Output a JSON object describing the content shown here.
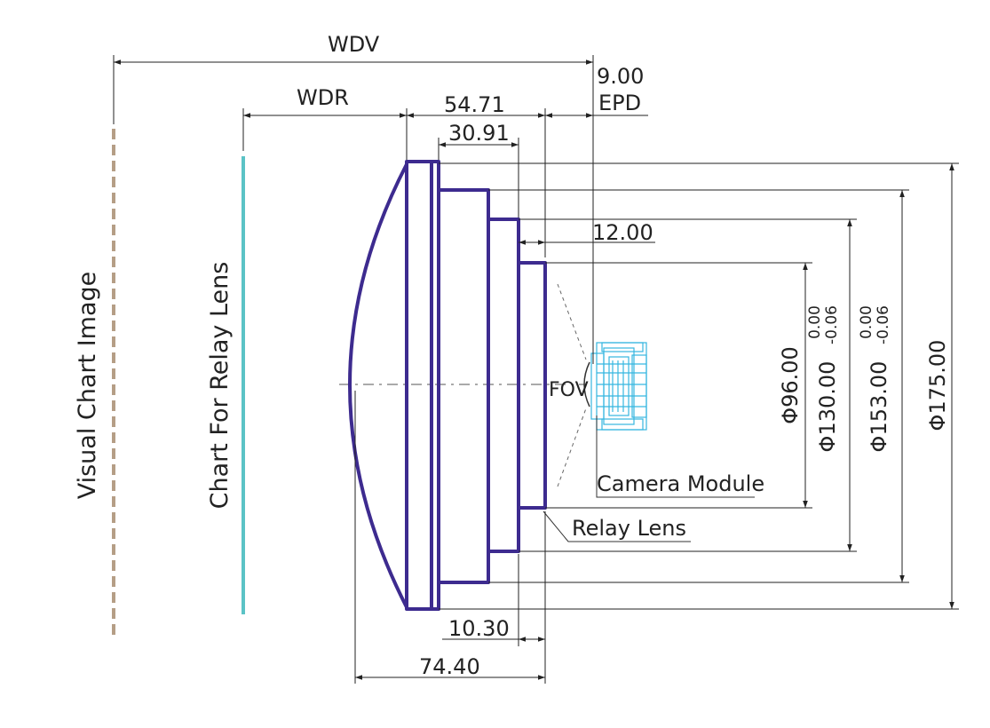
{
  "labels": {
    "wdv": "WDV",
    "wdr": "WDR",
    "epd_value": "9.00",
    "epd": "EPD",
    "visual_chart": "Visual Chart Image",
    "relay_chart": "Chart For Relay Lens",
    "fov": "FOV",
    "camera_module": "Camera Module",
    "relay_lens": "Relay Lens"
  },
  "dimensions": {
    "d_54_71": "54.71",
    "d_30_91": "30.91",
    "d_12_00": "12.00",
    "d_10_30": "10.30",
    "d_74_40": "74.40",
    "dia_96": "Φ96.00",
    "dia_130": "Φ130.00",
    "dia_153": "Φ153.00",
    "dia_175": "Φ175.00",
    "tol_upper": "0.00",
    "tol_lower": "-0.06"
  },
  "colors": {
    "lens_outline": "#3d2b8f",
    "relay_chart_bar": "#5bc3c6",
    "visual_chart_bar": "#b59e86",
    "camera_module": "#35b6e0",
    "dimension_line": "#222222"
  }
}
